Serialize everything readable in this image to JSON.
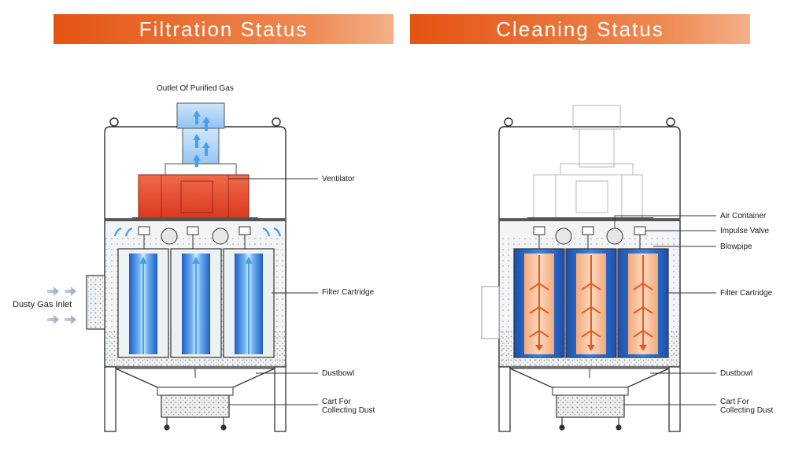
{
  "banners": {
    "filtration": "Filtration Status",
    "cleaning": "Cleaning Status"
  },
  "filtration": {
    "outlet": "Outlet Of Purified Gas",
    "ventilator": "Ventilator",
    "filter_cartridge": "Filter Cartridge",
    "dusty_gas_inlet": "Dusty Gas Inlet",
    "dustbowl": "Dustbowl",
    "cart_line1": "Cart For",
    "cart_line2": "Collecting Dust"
  },
  "cleaning": {
    "air_container": "Air Container",
    "impulse_valve": "Impulse Valve",
    "blowpipe": "Blowpipe",
    "filter_cartridge": "Filter Cartridge",
    "dustbowl": "Dustbowl",
    "cart_line1": "Cart For",
    "cart_line2": "Collecting Dust"
  },
  "colors": {
    "banner": "#e45312",
    "ventilator": "#e2472c",
    "cartridge_blue": "#2f78d8",
    "cleaning_orange": "#f08a52",
    "arrow_blue": "#4aa0e8",
    "arrow_orange": "#e85a1a"
  }
}
